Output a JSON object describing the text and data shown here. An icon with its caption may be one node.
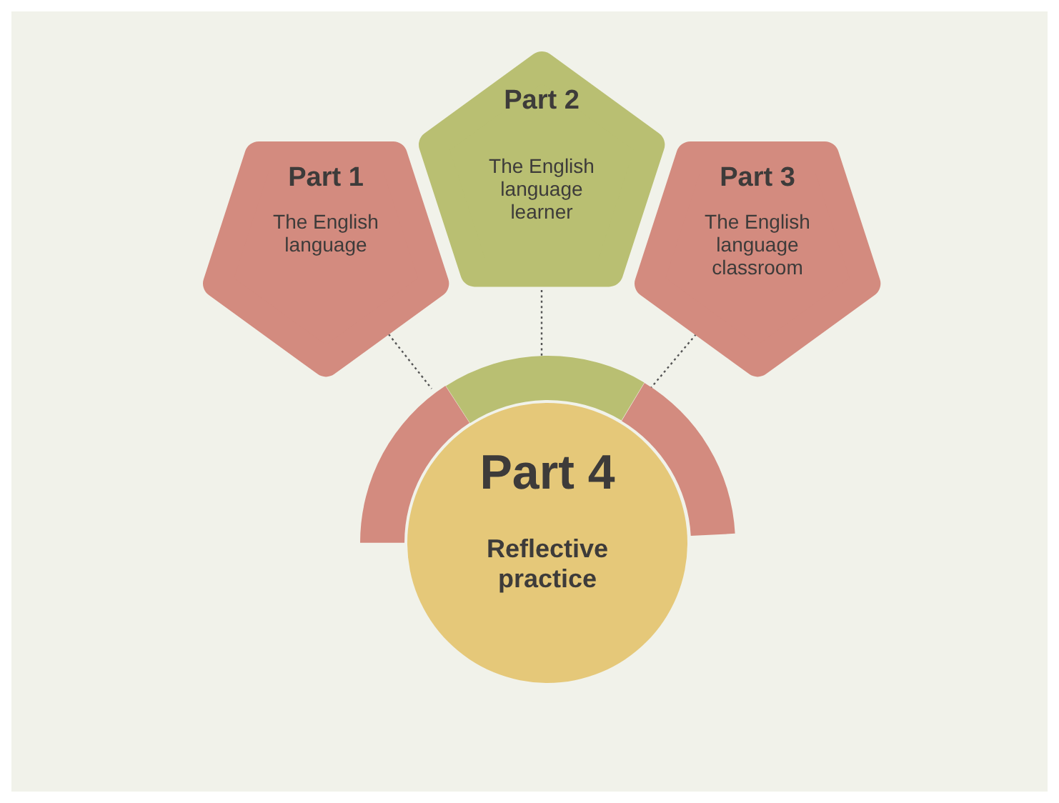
{
  "diagram": {
    "nodes": [
      {
        "text": [
          "Part 1",
          "The English language"
        ]
      },
      {
        "text": [
          "Part 2",
          "The English language learner"
        ]
      },
      {
        "text": [
          "Part 3",
          "The English language classroom"
        ]
      },
      {
        "text": [],
        "shape": "arc"
      },
      {
        "text": [],
        "shape": "arc"
      },
      {
        "text": [],
        "shape": "arc"
      },
      {
        "text": [
          "Part 4",
          "Reflective practice"
        ]
      }
    ],
    "edges": [
      {
        "from": 0,
        "to": 3,
        "arrow": "none",
        "style": "dashed"
      },
      {
        "from": 1,
        "to": 4,
        "arrow": "none",
        "style": "dashed"
      },
      {
        "from": 2,
        "to": 5,
        "arrow": "none",
        "style": "dashed"
      }
    ]
  }
}
